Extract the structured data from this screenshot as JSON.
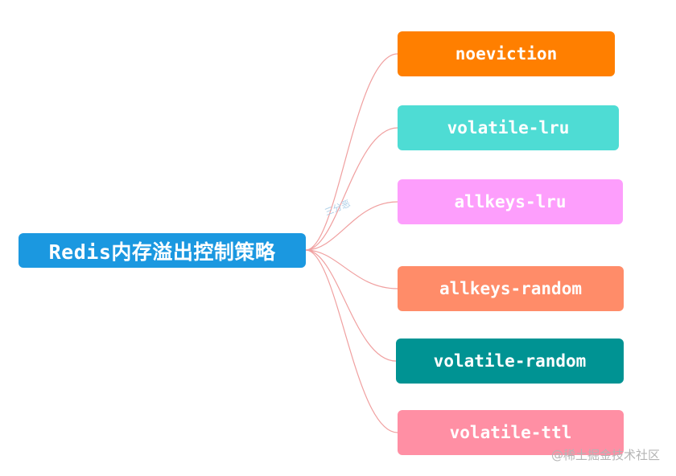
{
  "diagram": {
    "root": {
      "label": "Redis内存溢出控制策略",
      "color": "#1b98e0"
    },
    "branches": [
      {
        "label": "noeviction",
        "color": "#ff7f00"
      },
      {
        "label": "volatile-lru",
        "color": "#4edcd4"
      },
      {
        "label": "allkeys-lru",
        "color": "#fd9efc"
      },
      {
        "label": "allkeys-random",
        "color": "#ff8c69"
      },
      {
        "label": "volatile-random",
        "color": "#009393"
      },
      {
        "label": "volatile-ttl",
        "color": "#ff8fa4"
      }
    ],
    "connector_color": "#f0a0a0"
  },
  "watermarks": {
    "corner": "@稀土掘金技术社区",
    "center": "三分恶"
  }
}
